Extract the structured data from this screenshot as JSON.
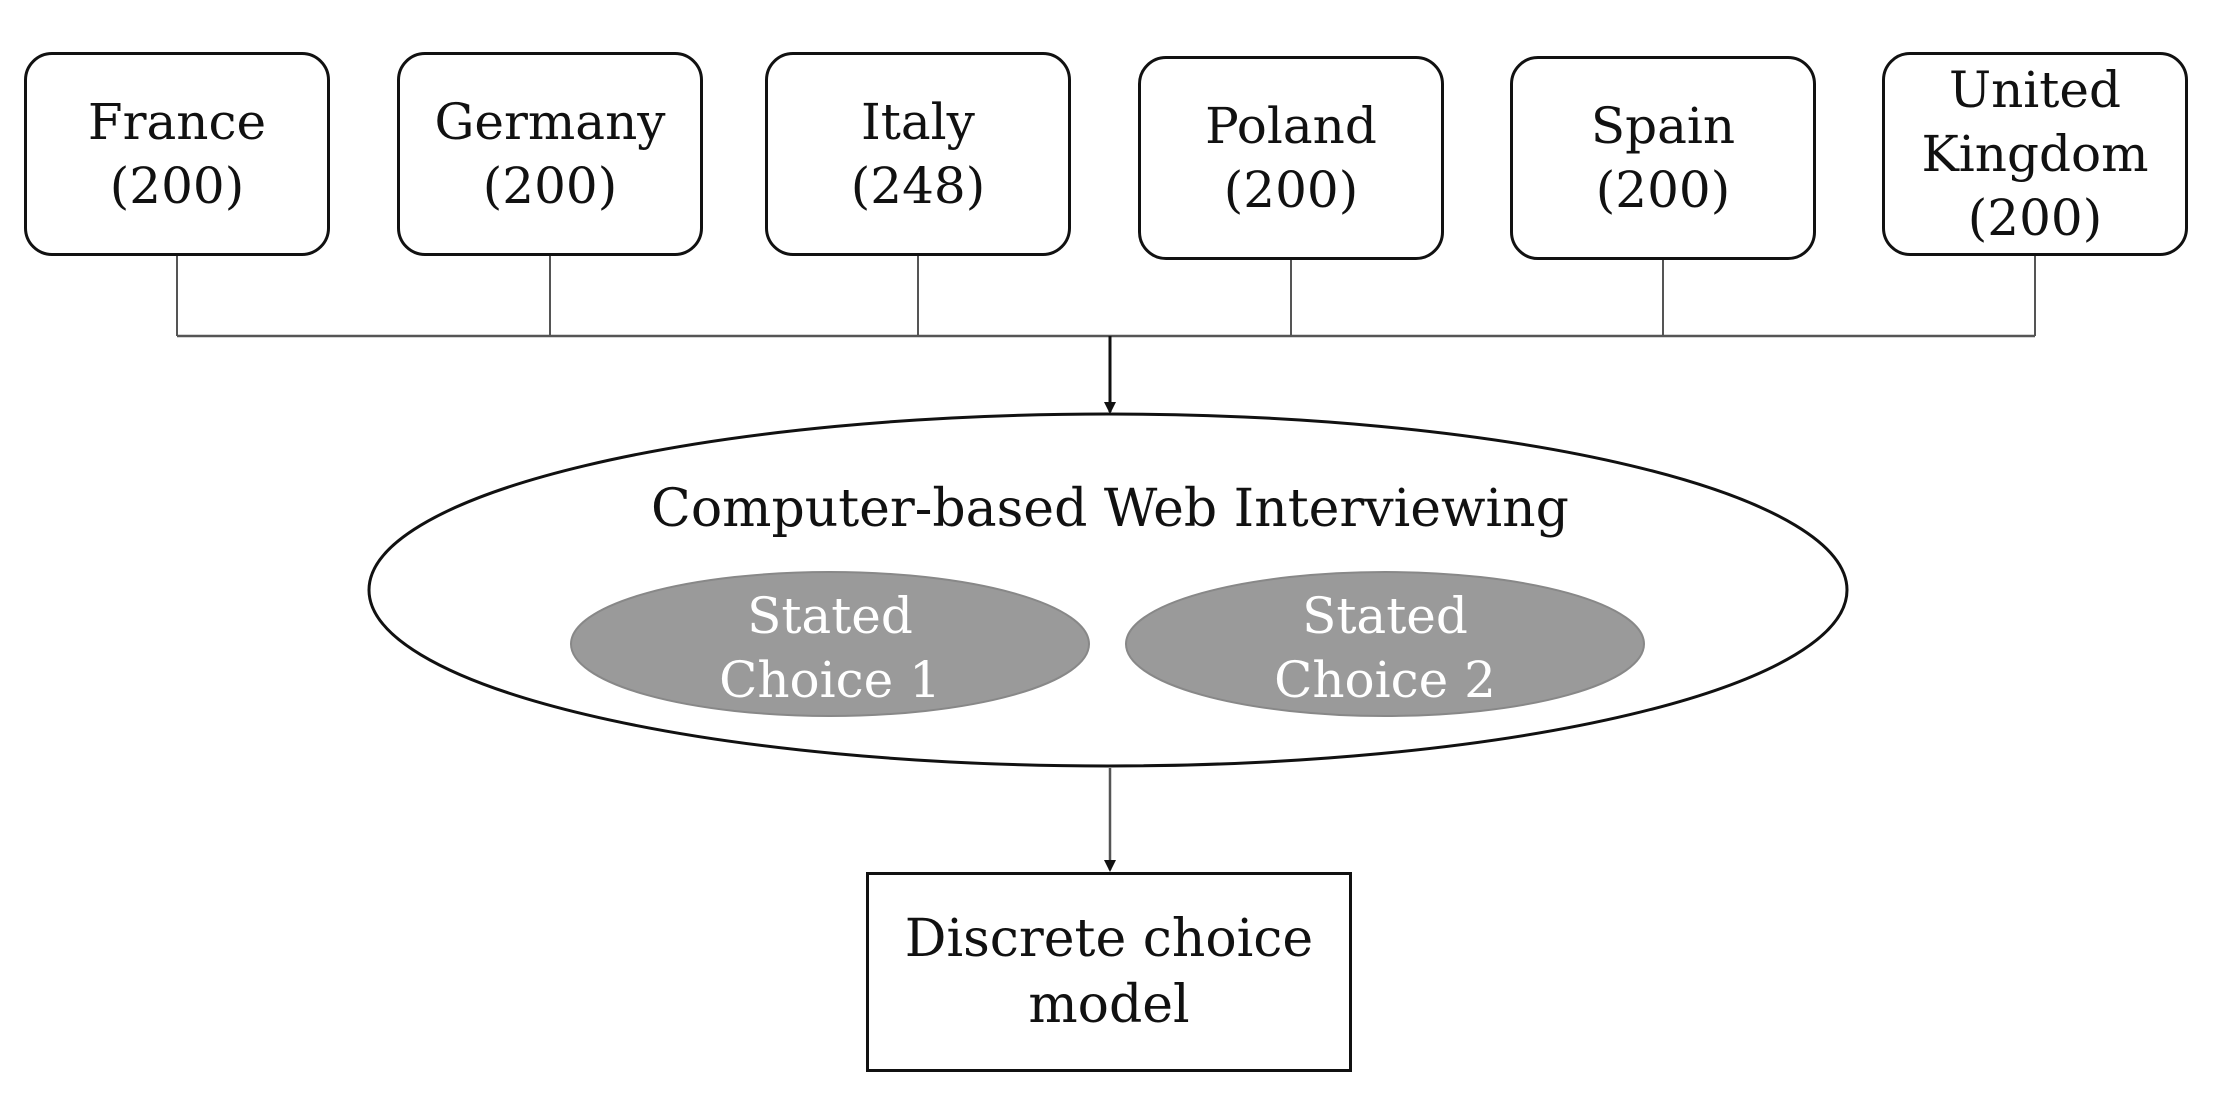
{
  "countries": [
    {
      "name": "France",
      "count": "(200)"
    },
    {
      "name": "Germany",
      "count": "(200)"
    },
    {
      "name": "Italy",
      "count": "(248)"
    },
    {
      "name": "Poland",
      "count": "(200)"
    },
    {
      "name": "Spain",
      "count": "(200)"
    },
    {
      "name": "United Kingdom",
      "name_line1": "United",
      "name_line2": "Kingdom",
      "count": "(200)"
    }
  ],
  "interview": {
    "title": "Computer-based Web Interviewing",
    "choices": [
      {
        "line1": "Stated",
        "line2": "Choice 1"
      },
      {
        "line1": "Stated",
        "line2": "Choice 2"
      }
    ]
  },
  "model": {
    "line1": "Discrete choice",
    "line2": "model"
  },
  "colors": {
    "stroke": "#111111",
    "connector": "#555555",
    "inner_oval_fill": "#9a9a9a",
    "inner_oval_stroke": "#888888",
    "background": "#ffffff"
  }
}
